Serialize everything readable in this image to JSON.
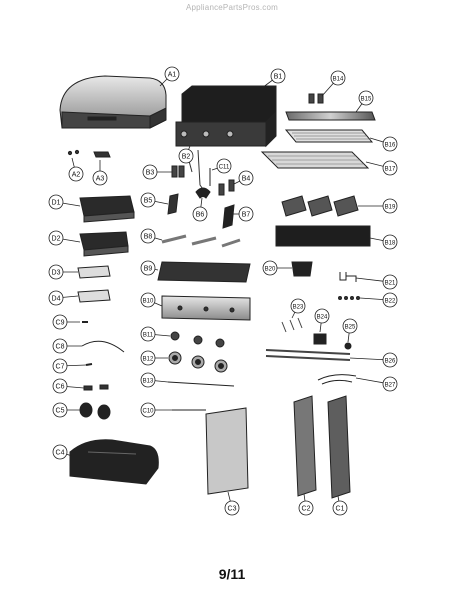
{
  "watermark": "AppliancePartsPros.com",
  "page_number": "9/11",
  "part_labels": {
    "A1": "A1",
    "A2": "A2",
    "A3": "A3",
    "B1": "B1",
    "B2": "B2",
    "B3": "B3",
    "B4": "B4",
    "B5": "B5",
    "B6": "B6",
    "B7": "B7",
    "B8": "B8",
    "B9": "B9",
    "B10": "B10",
    "B11": "B11",
    "B12": "B12",
    "B13": "B13",
    "B14": "B14",
    "B15": "B15",
    "B16": "B16",
    "B17": "B17",
    "B18": "B18",
    "B19": "B19",
    "B20": "B20",
    "B21": "B21",
    "B22": "B22",
    "B23": "B23",
    "B24": "B24",
    "B25": "B25",
    "B26": "B26",
    "B27": "B27",
    "C1": "C1",
    "C2": "C2",
    "C3": "C3",
    "C4": "C4",
    "C5": "C5",
    "C6": "C6",
    "C7": "C7",
    "C8": "C8",
    "C9": "C9",
    "C10": "C10",
    "C11": "C11",
    "D1": "D1",
    "D2": "D2",
    "D3": "D3",
    "D4": "D4"
  }
}
